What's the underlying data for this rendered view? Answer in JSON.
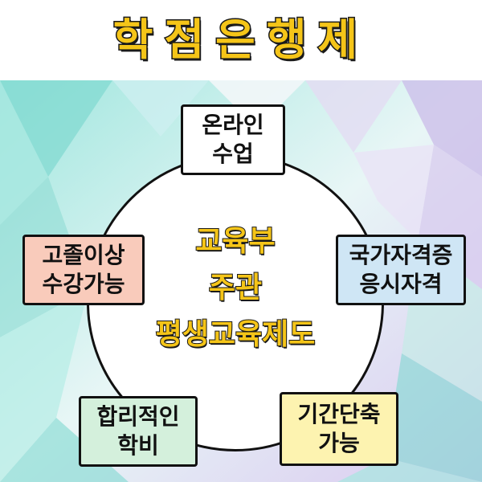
{
  "title": "학점은행제",
  "center": {
    "line1": "교육부",
    "line2": "주관",
    "line3": "평생교육제도"
  },
  "boxes": {
    "online": {
      "line1": "온라인",
      "line2": "수업",
      "color": "#ffffff"
    },
    "highschool": {
      "line1": "고졸이상",
      "line2": "수강가능",
      "color": "#f9cbbb"
    },
    "certificate": {
      "line1": "국가자격증",
      "line2": "응시자격",
      "color": "#cfe6f5"
    },
    "tuition": {
      "line1": "합리적인",
      "line2": "학비",
      "color": "#d4f0dc"
    },
    "shorten": {
      "line1": "기간단축",
      "line2": "가능",
      "color": "#fdf3b0"
    }
  },
  "colors": {
    "title_fill": "#f5c518",
    "outline": "#1a1a1a",
    "bg_teal": "#7fd8d0",
    "bg_lavender": "#c9b8e8"
  }
}
